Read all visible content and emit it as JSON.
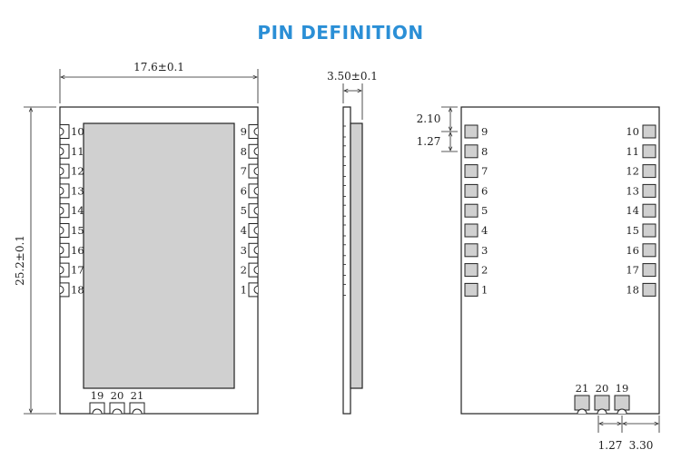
{
  "title": "PIN DEFINITION",
  "dimensions": {
    "width": "17.6±0.1",
    "height": "25.2±0.1",
    "thickness": "3.50±0.1",
    "top_offset": "2.10",
    "pitch": "1.27",
    "bottom_pitch": "1.27",
    "bottom_offset": "3.30"
  },
  "pins": {
    "left_top_view": [
      "10",
      "11",
      "12",
      "13",
      "14",
      "15",
      "16",
      "17",
      "18"
    ],
    "right_top_view": [
      "9",
      "8",
      "7",
      "6",
      "5",
      "4",
      "3",
      "2",
      "1"
    ],
    "bottom_top_view": [
      "19",
      "20",
      "21"
    ],
    "left_bottom_view": [
      "9",
      "8",
      "7",
      "6",
      "5",
      "4",
      "3",
      "2",
      "1"
    ],
    "right_bottom_view": [
      "10",
      "11",
      "12",
      "13",
      "14",
      "15",
      "16",
      "17",
      "18"
    ],
    "bottom_bottom_view": [
      "21",
      "20",
      "19"
    ]
  },
  "colors": {
    "title": "#2b8fd6",
    "shield": "#d0d0d0",
    "pad": "#d0d0d0",
    "outline": "#222222"
  }
}
